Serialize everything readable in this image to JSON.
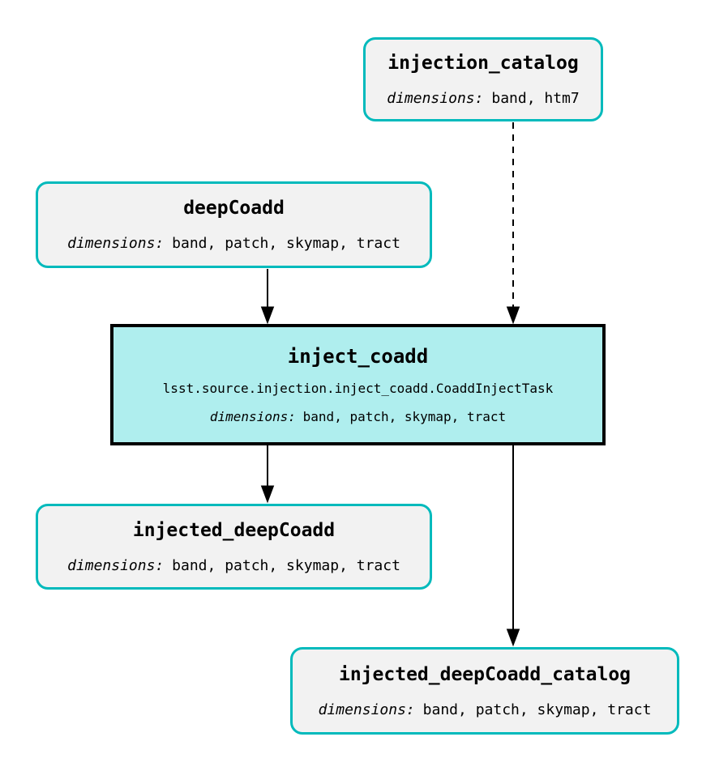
{
  "diagram": {
    "type": "pipeline-graph",
    "background_color": "#ffffff",
    "accent_teal": "#00babc",
    "dataset_fill": "#f2f2f2",
    "task_fill": "#afeeee",
    "edge_color": "#000000",
    "dimensions_label": "dimensions:",
    "nodes": {
      "injection_catalog": {
        "kind": "dataset",
        "title": "injection_catalog",
        "dimensions": "band, htm7"
      },
      "deepCoadd": {
        "kind": "dataset",
        "title": "deepCoadd",
        "dimensions": "band, patch, skymap, tract"
      },
      "inject_coadd": {
        "kind": "task",
        "title": "inject_coadd",
        "task_class": "lsst.source.injection.inject_coadd.CoaddInjectTask",
        "dimensions": "band, patch, skymap, tract"
      },
      "injected_deepCoadd": {
        "kind": "dataset",
        "title": "injected_deepCoadd",
        "dimensions": "band, patch, skymap, tract"
      },
      "injected_deepCoadd_catalog": {
        "kind": "dataset",
        "title": "injected_deepCoadd_catalog",
        "dimensions": "band, patch, skymap, tract"
      }
    },
    "edges": [
      {
        "from": "injection_catalog",
        "to": "inject_coadd",
        "style": "dashed"
      },
      {
        "from": "deepCoadd",
        "to": "inject_coadd",
        "style": "solid"
      },
      {
        "from": "inject_coadd",
        "to": "injected_deepCoadd",
        "style": "solid"
      },
      {
        "from": "inject_coadd",
        "to": "injected_deepCoadd_catalog",
        "style": "solid"
      }
    ]
  }
}
